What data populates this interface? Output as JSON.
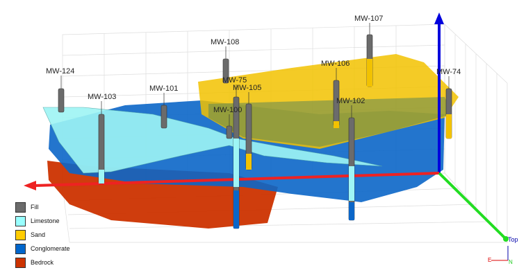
{
  "wells": [
    {
      "name": "MW-124"
    },
    {
      "name": "MW-103"
    },
    {
      "name": "MW-101"
    },
    {
      "name": "MW-108"
    },
    {
      "name": "MW-75"
    },
    {
      "name": "MW-105"
    },
    {
      "name": "MW-100"
    },
    {
      "name": "MW-106"
    },
    {
      "name": "MW-102"
    },
    {
      "name": "MW-107"
    },
    {
      "name": "MW-74"
    }
  ],
  "legend": [
    {
      "label": "Fill",
      "color": "#6b6b6b"
    },
    {
      "label": "Limestone",
      "color": "#99ffff"
    },
    {
      "label": "Sand",
      "color": "#ffcc00"
    },
    {
      "label": "Conglomerate",
      "color": "#0066cc"
    },
    {
      "label": "Bedrock",
      "color": "#cc3300"
    }
  ],
  "compass": {
    "top": "Top",
    "east": "E",
    "north": "N"
  }
}
